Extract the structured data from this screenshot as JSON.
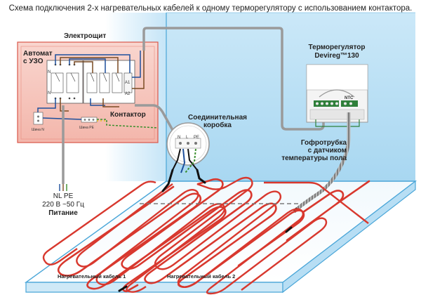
{
  "title": "Схема подключения 2-х нагревательных кабелей к одному терморегулятору с использованием контактора.",
  "panel": {
    "name": "Электрощит",
    "breaker_line1": "Автомат",
    "breaker_line2": "с УЗО",
    "contactor": "Контактор",
    "bus_n": "Шина N",
    "bus_pe": "Шина PE",
    "term_n1": "N",
    "term_n2": "N",
    "term_a1": "A1",
    "term_a2": "A2"
  },
  "junction": {
    "line1": "Соединительная",
    "line2": "коробка",
    "term_n": "N",
    "term_l": "L",
    "term_pe": "PE"
  },
  "thermostat": {
    "line1": "Терморегулятор",
    "line2": "Devireg™130",
    "ntc": "NTC"
  },
  "conduit": {
    "line1": "Гофротрубка",
    "line2": "с датчиком",
    "line3": "температуры пола"
  },
  "power": {
    "terminals": "NL  PE",
    "voltage": "220 В ~50 Гц",
    "label": "Питание"
  },
  "cables": {
    "cable1": "Нагревательный кабель 1",
    "cable2": "Нагревательный кабель 2"
  },
  "colors": {
    "panel_fill": "#f7c9c1",
    "panel_border": "#d9574a",
    "room_fill": "#dff0fa",
    "room_line": "#4aa6d8",
    "cable": "#d8382e",
    "wire_gray": "#9a9a9a",
    "wire_blue": "#1d4f9c"
  }
}
